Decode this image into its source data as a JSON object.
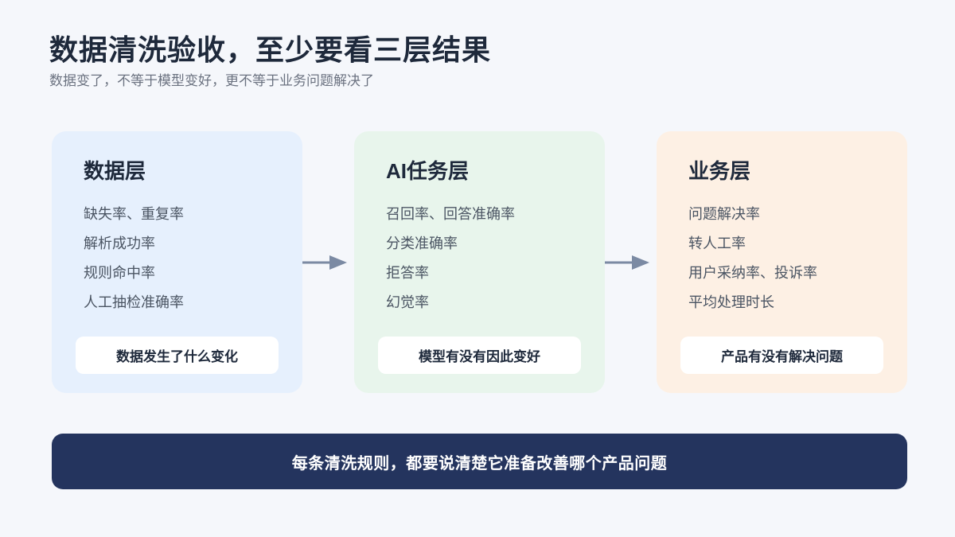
{
  "header": {
    "title": "数据清洗验收，至少要看三层结果",
    "subtitle": "数据变了，不等于模型变好，更不等于业务问题解决了"
  },
  "layers": [
    {
      "title": "数据层",
      "items": [
        "缺失率、重复率",
        "解析成功率",
        "规则命中率",
        "人工抽检准确率"
      ],
      "summary": "数据发生了什么变化",
      "color": "#e6f0fd"
    },
    {
      "title": "AI任务层",
      "items": [
        "召回率、回答准确率",
        "分类准确率",
        "拒答率",
        "幻觉率"
      ],
      "summary": "模型有没有因此变好",
      "color": "#e8f5ec"
    },
    {
      "title": "业务层",
      "items": [
        "问题解决率",
        "转人工率",
        "用户采纳率、投诉率",
        "平均处理时长"
      ],
      "summary": "产品有没有解决问题",
      "color": "#fdf0e4"
    }
  ],
  "arrows": {
    "icon": "arrow-right-icon",
    "color": "#7b8aa3"
  },
  "banner": {
    "text": "每条清洗规则，都要说清楚它准备改善哪个产品问题",
    "color": "#24345e"
  }
}
